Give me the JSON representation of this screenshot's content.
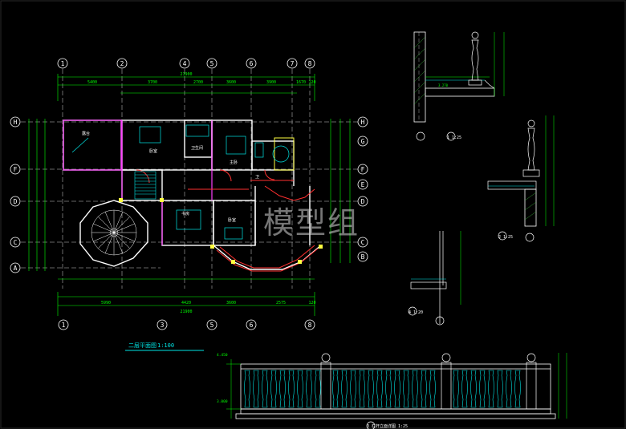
{
  "plan": {
    "title": "二层平面图",
    "scale": "1:100",
    "axes_top": [
      "1",
      "2",
      "4",
      "5",
      "6",
      "7",
      "8"
    ],
    "axes_bottom": [
      "1",
      "3",
      "5",
      "6",
      "8"
    ],
    "axes_left": [
      "H",
      "F",
      "D",
      "C",
      "A"
    ],
    "axes_right": [
      "H",
      "G",
      "F",
      "E",
      "D",
      "C",
      "B"
    ],
    "dim_overall_top": "21900",
    "dim_overall_bottom": "21900",
    "dims_top": [
      "5400",
      "3700",
      "2700",
      "3600",
      "3900",
      "1670",
      "120"
    ],
    "dims_bottom": [
      "5990",
      "4420",
      "3600",
      "2575",
      "120"
    ],
    "room_labels": [
      "卧室",
      "卫生间",
      "主卧",
      "书房",
      "卧室",
      "卫",
      "露台"
    ]
  },
  "details": {
    "detail_1_label": "1  1:25",
    "detail_2_label": "2  1:25",
    "detail_4_label": "4  1:20",
    "detail_3_label": "3  栏杆立面详图  1:25",
    "elev_3000": "3.000",
    "elev_4450": "4.450",
    "elev_3270": "3.270"
  },
  "watermark": "模型组",
  "colors": {
    "background": "#000000",
    "wall": "#ffffff",
    "dimension": "#00ff00",
    "axis": "#ffffff",
    "cyan": "#00e5e5",
    "red": "#ff3030",
    "magenta": "#ff40ff",
    "yellow": "#ffff40",
    "hatch": "#40c040"
  }
}
